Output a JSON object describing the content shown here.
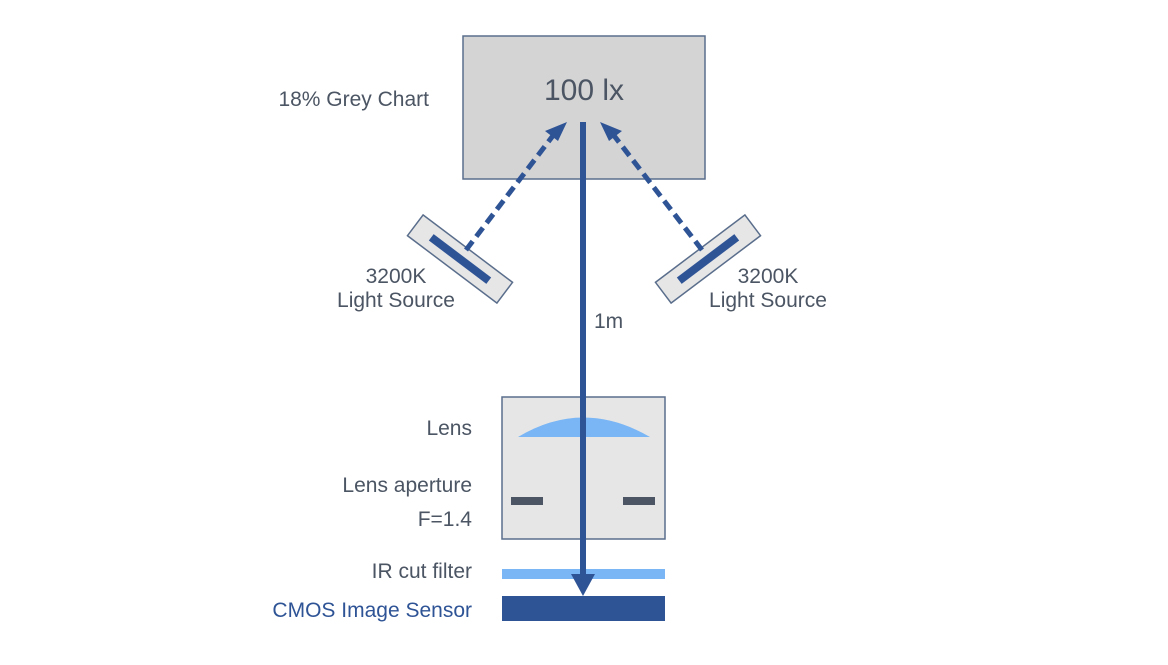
{
  "chart": {
    "intensity": "100 lx",
    "chart_label": "18% Grey Chart",
    "light_left_line1": "3200K",
    "light_left_line2": "Light Source",
    "light_right_line1": "3200K",
    "light_right_line2": "Light Source",
    "distance": "1m",
    "lens": "Lens",
    "aperture_line1": "Lens aperture",
    "aperture_line2": "F=1.4",
    "ir_filter": "IR cut filter",
    "sensor": "CMOS Image Sensor"
  },
  "colors": {
    "beam": "#2f5496",
    "panel_fill": "#d4d4d4",
    "panel_stroke": "#5a6e8c",
    "lens_blue": "#7ab6f5",
    "sensor": "#2f5496",
    "aperture_mark": "#4b5563",
    "label_text": "#4b5563"
  }
}
